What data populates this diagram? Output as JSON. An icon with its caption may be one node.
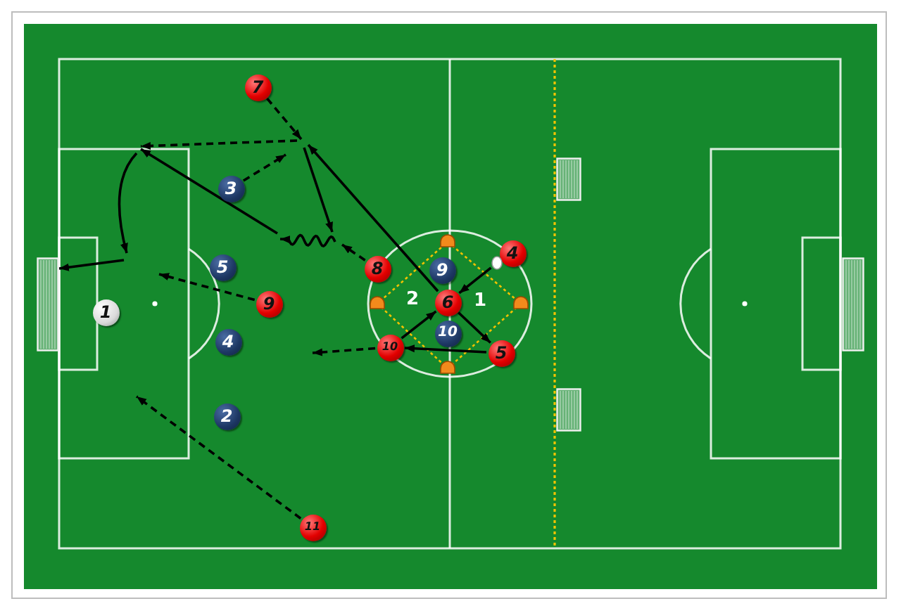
{
  "diagram": {
    "nodes": [
      {
        "text": [
          "7"
        ]
      },
      {
        "text": [
          "3"
        ]
      },
      {
        "text": [
          "5"
        ]
      },
      {
        "text": [
          "8"
        ]
      },
      {
        "text": [
          "9"
        ]
      },
      {
        "text": [
          "4"
        ]
      },
      {
        "text": [],
        "shape": "circle"
      },
      {
        "text": [],
        "shape": "picture"
      },
      {
        "text": [
          "1"
        ]
      },
      {
        "text": [
          "9"
        ]
      },
      {
        "text": [
          "6"
        ]
      },
      {
        "text": [
          "10"
        ]
      },
      {
        "text": [
          "4"
        ]
      },
      {
        "text": [
          "10"
        ]
      },
      {
        "text": [
          "5"
        ]
      },
      {
        "text": [
          "2"
        ]
      },
      {
        "text": [
          "11"
        ]
      }
    ],
    "edges": [
      {
        "from": 0,
        "to": null,
        "arrow": "to",
        "style": "dashed"
      },
      {
        "from": 1,
        "to": null,
        "arrow": "to",
        "style": "dashed"
      },
      {
        "from": 10,
        "to": null,
        "arrow": "to"
      },
      {
        "from": 3,
        "to": null,
        "arrow": "to",
        "style": "dashed"
      },
      {
        "from": null,
        "to": 7,
        "arrow": "to"
      },
      {
        "from": 9,
        "to": null,
        "arrow": "to",
        "style": "dashed"
      },
      {
        "from": 6,
        "to": 10,
        "arrow": "to"
      },
      {
        "from": 10,
        "to": 14,
        "arrow": "to"
      },
      {
        "from": 14,
        "to": 13,
        "arrow": "to"
      },
      {
        "from": 13,
        "to": 10,
        "arrow": "to"
      },
      {
        "from": 13,
        "to": null,
        "arrow": "to",
        "style": "dashed"
      },
      {
        "from": 16,
        "to": null,
        "arrow": "to",
        "style": "dashed"
      }
    ],
    "labels": [
      "2",
      "1"
    ]
  }
}
